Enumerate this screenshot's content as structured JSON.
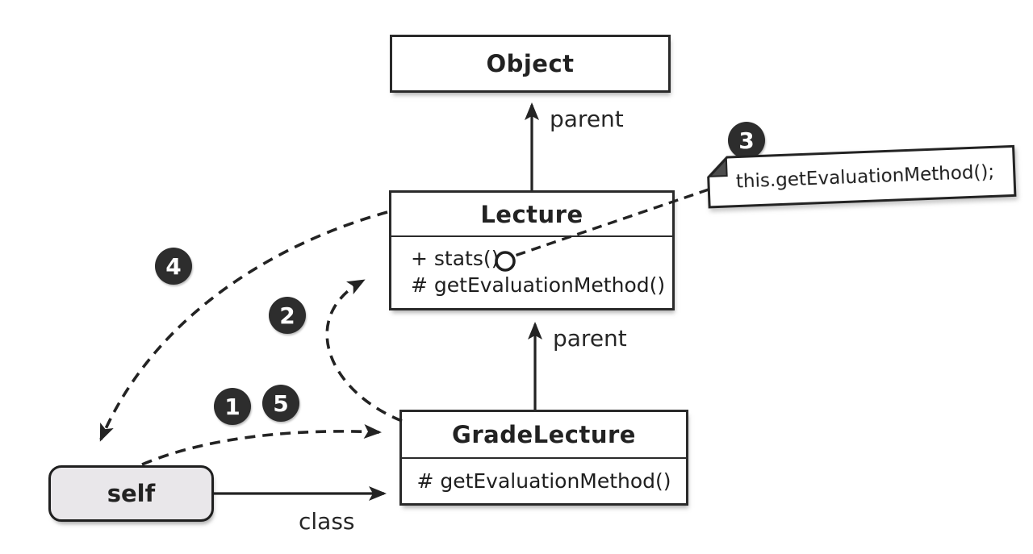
{
  "diagram": {
    "classes": {
      "object": {
        "name": "Object"
      },
      "lecture": {
        "name": "Lecture",
        "methods": [
          "+ stats()",
          "# getEvaluationMethod()"
        ]
      },
      "grade_lecture": {
        "name": "GradeLecture",
        "methods": [
          "# getEvaluationMethod()"
        ]
      }
    },
    "instance": {
      "label": "self"
    },
    "note": {
      "text": "this.getEvaluationMethod();"
    },
    "edge_labels": {
      "parent_top": "parent",
      "parent_mid": "parent",
      "class_edge": "class"
    },
    "badges": {
      "b1": "1",
      "b2": "2",
      "b3": "3",
      "b4": "4",
      "b5": "5"
    },
    "colors": {
      "ink": "#232323",
      "box_border": "#2a2a2a",
      "box_fill": "#ffffff",
      "self_fill": "#e9e7ea",
      "badge_bg": "#2d2d2d",
      "badge_fg": "#ffffff"
    }
  }
}
